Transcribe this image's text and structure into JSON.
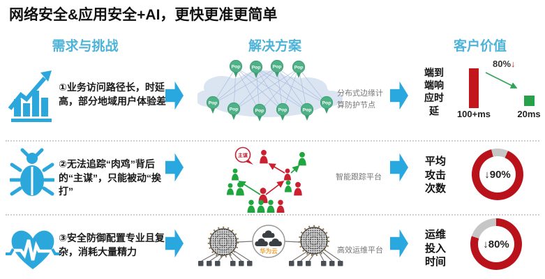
{
  "title": "网络安全&应用安全+AI，更快更准更简单",
  "columns": {
    "demand": "需求与挑战",
    "solution": "解决方案",
    "value": "客户价值"
  },
  "rows": [
    {
      "challenge": "①业务访问路径长，时延高，部分地域用户体验差",
      "solution_label": "分布式边缘计\n算防护节点",
      "value_label": "端到\n端响\n应时\n延",
      "metric": {
        "drop_pct": "80%",
        "drop_arrow": "↓",
        "before": "100+ms",
        "after": "20ms"
      }
    },
    {
      "challenge": "②无法追踪“肉鸡”背后的“主谋”，只能被动“挨打”",
      "solution_label": "智能跟踪平台",
      "value_label": "平均\n攻击\n次数",
      "metric": {
        "donut": "↓90%"
      },
      "stamp": "主谋"
    },
    {
      "challenge": "③安全防御配置专业且复杂，消耗大量精力",
      "solution_label": "高效运维平台",
      "value_label": "运维\n投入\n时间",
      "metric": {
        "donut": "↓80%"
      },
      "cloud_label": "华为云"
    }
  ],
  "pop_label": "Pop",
  "chart_data": [
    {
      "type": "bar",
      "title": "端到端响应时延",
      "categories": [
        "100+ms",
        "20ms"
      ],
      "values": [
        100,
        20
      ],
      "annotation": "80%↓"
    },
    {
      "type": "pie",
      "title": "平均攻击次数",
      "values": [
        90,
        10
      ],
      "label": "↓90%"
    },
    {
      "type": "pie",
      "title": "运维投入时间",
      "values": [
        80,
        20
      ],
      "label": "↓80%"
    }
  ],
  "colors": {
    "accent_blue": "#29a8e0",
    "header_blue": "#4eb3d8",
    "red": "#b9121a",
    "green": "#27a24b",
    "pin_green": "#4fb287",
    "huawei_orange": "#f0a030"
  }
}
